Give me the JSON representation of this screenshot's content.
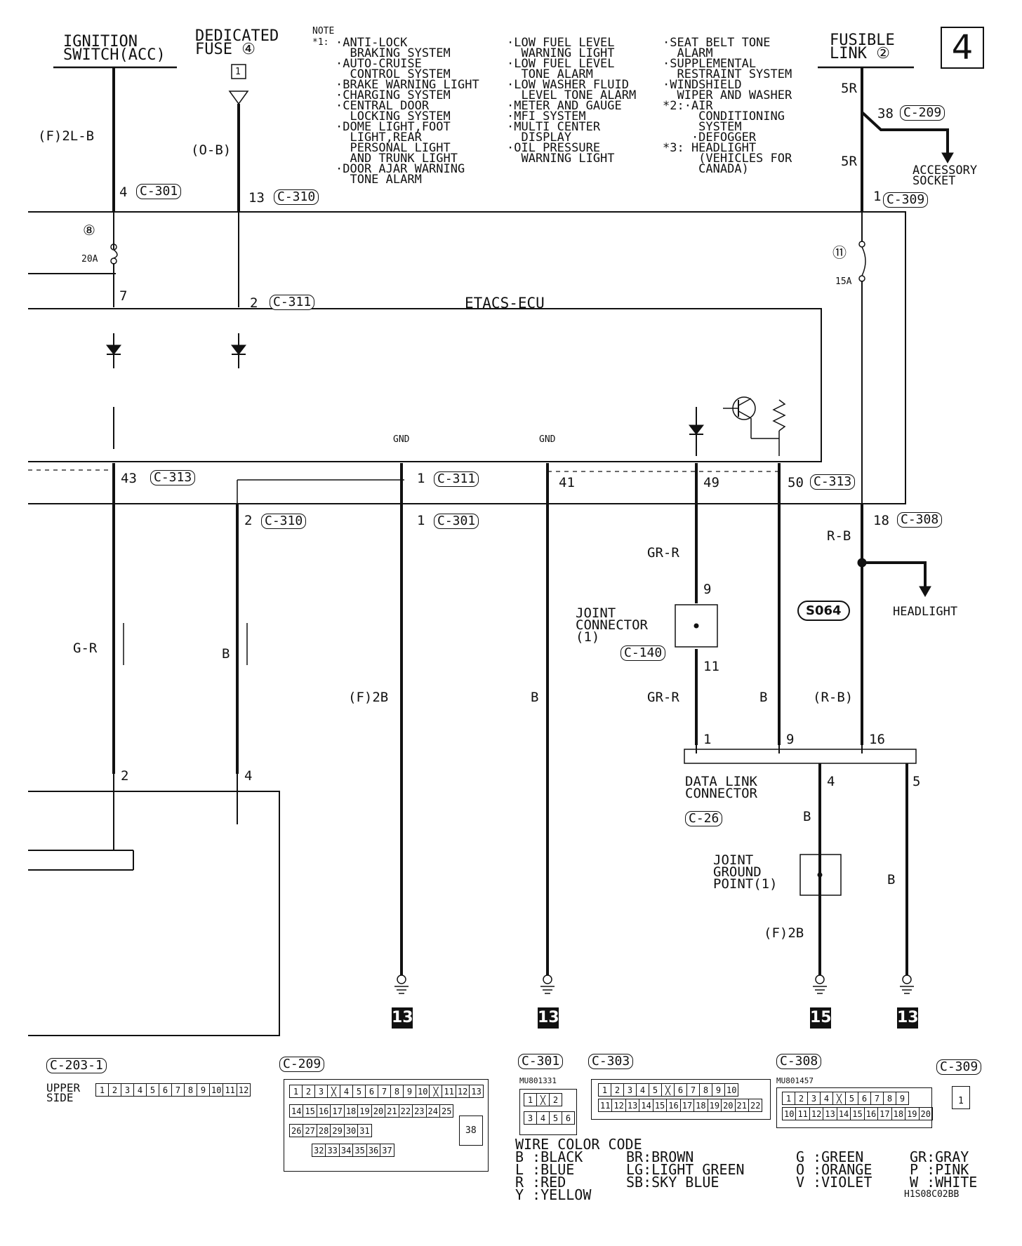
{
  "page_number": "4",
  "sources": {
    "ignition_switch": "IGNITION\nSWITCH(ACC)",
    "dedicated_fuse": "DEDICATED\nFUSE ④",
    "dedicated_fuse_box": "1",
    "fusible_link": "FUSIBLE\nLINK ②"
  },
  "note": {
    "title": "NOTE",
    "star1": "*1:",
    "col1": "·ANTI-LOCK\n  BRAKING SYSTEM\n·AUTO-CRUISE\n  CONTROL SYSTEM\n·BRAKE WARNING LIGHT\n·CHARGING SYSTEM\n·CENTRAL DOOR\n  LOCKING SYSTEM\n·DOME LIGHT,FOOT\n  LIGHT,REAR\n  PERSONAL LIGHT\n  AND TRUNK LIGHT\n·DOOR AJAR WARNING\n  TONE ALARM",
    "col2": "·LOW FUEL LEVEL\n  WARNING LIGHT\n·LOW FUEL LEVEL\n  TONE ALARM\n·LOW WASHER FLUID\n  LEVEL TONE ALARM\n·METER AND GAUGE\n·MFI SYSTEM\n·MULTI CENTER\n  DISPLAY\n·OIL PRESSURE\n  WARNING LIGHT",
    "col3": "·SEAT BELT TONE\n  ALARM\n·SUPPLEMENTAL\n  RESTRAINT SYSTEM\n·WINDSHIELD\n  WIPER AND WASHER\n*2:·AIR\n     CONDITIONING\n     SYSTEM\n    ·DEFOGGER\n*3: HEADLIGHT\n     (VEHICLES FOR\n     CANADA)"
  },
  "ecu_label": "ETACS-ECU",
  "wires": {
    "w_2lb": "(F)2L-B",
    "w_ob": "(O-B)",
    "w_5r_top": "5R",
    "w_5r_bottom": "5R",
    "w_gr": "G-R",
    "w_b_left": "B",
    "w_f2b_mid": "(F)2B",
    "w_b_mid": "B",
    "w_grr_top": "GR-R",
    "w_grr_bottom": "GR-R",
    "w_b_right": "B",
    "w_rb": "R-B",
    "w_rb_paren": "(R-B)",
    "w_b_dlc4": "B",
    "w_f2b_right": "(F)2B",
    "w_b_dlc5": "B"
  },
  "pins": {
    "p4": "4",
    "p13": "13",
    "p38": "38",
    "p1_c309": "1",
    "p7": "7",
    "p2_c311": "2",
    "p43": "43",
    "p1_c311": "1",
    "p41": "41",
    "p49": "49",
    "p50": "50",
    "p2_c310": "2",
    "p1_c301": "1",
    "p18": "18",
    "p9_jc": "9",
    "p11_jc": "11",
    "p1_dlc": "1",
    "p9_dlc": "9",
    "p16_dlc": "16",
    "p4_dlc": "4",
    "p5_dlc": "5",
    "p2_bottom": "2",
    "p4_bottom": "4"
  },
  "connectors": {
    "c301_top": "C-301",
    "c310_top": "C-310",
    "c209": "C-209",
    "c309": "C-309",
    "c311_top": "C-311",
    "c313_left": "C-313",
    "c311_mid": "C-311",
    "c313_right": "C-313",
    "c310_mid": "C-310",
    "c301_mid": "C-301",
    "c308": "C-308",
    "c140": "C-140",
    "c26": "C-26"
  },
  "fuses": {
    "f8": "⑧",
    "f8_rating": "20A",
    "f11": "⑪",
    "f11_rating": "15A"
  },
  "gnd": {
    "g1": "GND",
    "g2": "GND"
  },
  "components": {
    "accessory_socket": "ACCESSORY\nSOCKET",
    "headlight": "HEADLIGHT",
    "splice": "S064",
    "joint_connector": "JOINT\nCONNECTOR\n(1)",
    "data_link_connector": "DATA LINK\nCONNECTOR",
    "joint_ground_point": "JOINT\nGROUND\nPOINT(1)"
  },
  "ground_refs": [
    "13",
    "13",
    "15",
    "13"
  ],
  "connector_views": {
    "c203_1": {
      "name": "C-203-1",
      "side": "UPPER\nSIDE",
      "pins": [
        "1",
        "2",
        "3",
        "4",
        "5",
        "6",
        "7",
        "8",
        "9",
        "10",
        "11",
        "12"
      ]
    },
    "c209": {
      "name": "C-209",
      "row1": [
        "1",
        "2",
        "3",
        "",
        "4",
        "5",
        "6",
        "7",
        "8",
        "9",
        "10",
        "",
        "11",
        "12",
        "13"
      ],
      "row2": [
        "14",
        "15",
        "16",
        "17",
        "18",
        "19",
        "20",
        "21",
        "22",
        "23",
        "24",
        "25"
      ],
      "row3": [
        "26",
        "27",
        "28",
        "29",
        "30",
        "31"
      ],
      "row4": [
        "32",
        "33",
        "34",
        "35",
        "36",
        "37"
      ],
      "big": "38"
    },
    "c301": {
      "name": "C-301",
      "part": "MU801331",
      "row1": [
        "1",
        "",
        "2"
      ],
      "row2": [
        "3",
        "4",
        "5",
        "6"
      ]
    },
    "c303": {
      "name": "C-303",
      "row1": [
        "1",
        "2",
        "3",
        "4",
        "5",
        "",
        "6",
        "7",
        "8",
        "9",
        "10"
      ],
      "row2": [
        "11",
        "12",
        "13",
        "14",
        "15",
        "16",
        "17",
        "18",
        "19",
        "20",
        "21",
        "22"
      ]
    },
    "c308": {
      "name": "C-308",
      "part": "MU801457",
      "row1": [
        "1",
        "2",
        "3",
        "4",
        "",
        "5",
        "6",
        "7",
        "8",
        "9"
      ],
      "row2": [
        "10",
        "11",
        "12",
        "13",
        "14",
        "15",
        "16",
        "17",
        "18",
        "19",
        "20"
      ]
    },
    "c309": {
      "name": "C-309",
      "pin": "1"
    }
  },
  "color_code": {
    "title": "WIRE COLOR CODE",
    "col1": "B :BLACK\nL :BLUE\nR :RED\nY :YELLOW",
    "col2": "BR:BROWN\nLG:LIGHT GREEN\nSB:SKY BLUE",
    "col3": "G :GREEN\nO :ORANGE\nV :VIOLET",
    "col4": "GR:GRAY\nP :PINK\nW :WHITE"
  },
  "diagram_code": "H1S08C02BB"
}
